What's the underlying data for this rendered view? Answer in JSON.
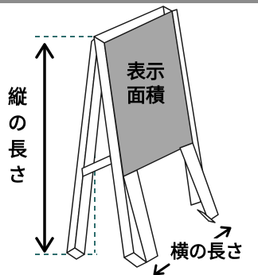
{
  "diagram": {
    "board_label_line1": "表示",
    "board_label_line2": "面積",
    "height_label": [
      "縦",
      "の",
      "長",
      "さ"
    ],
    "width_label": "横の長さ",
    "colors": {
      "board_face": "#a6a6a6",
      "frame": "#ffffff",
      "outline": "#1a1a1a",
      "guide": "#2f6e6e",
      "top_rule": "#8c8c8c"
    }
  }
}
